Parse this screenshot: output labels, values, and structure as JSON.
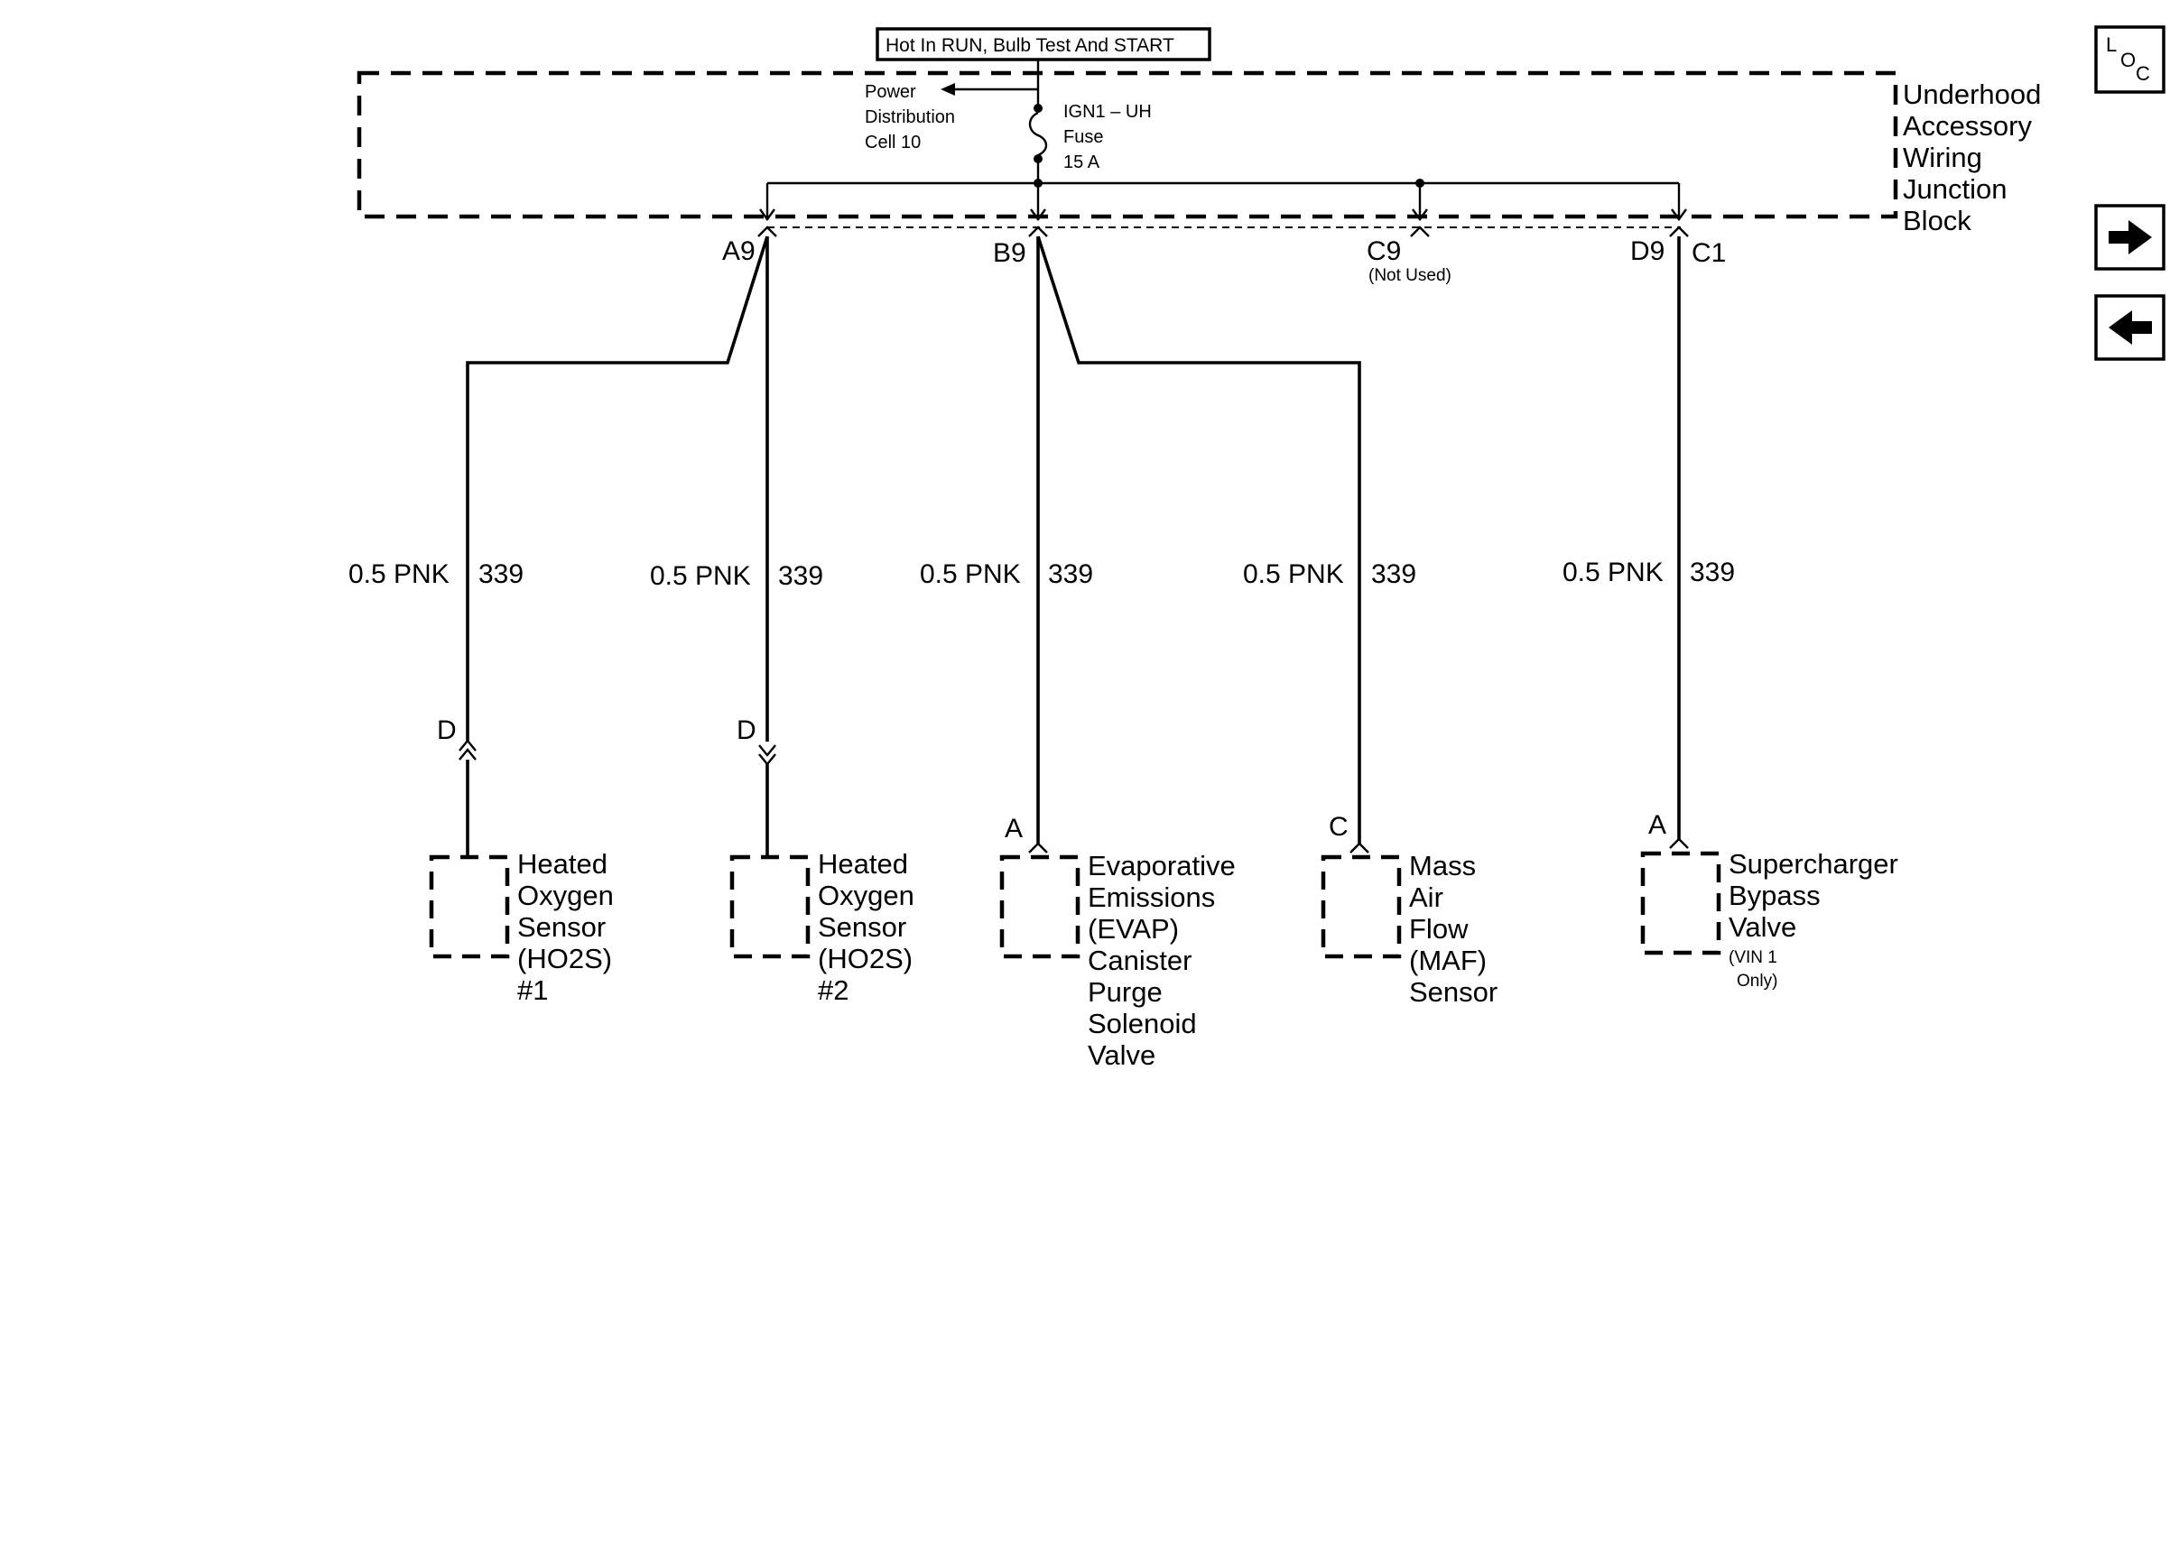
{
  "power_header": "Hot In RUN, Bulb Test And START",
  "junction_block": {
    "name_lines": [
      "Underhood",
      "Accessory",
      "Wiring",
      "Junction",
      "Block"
    ],
    "power_dist_lines": [
      "Power",
      "Distribution",
      "Cell 10"
    ],
    "fuse_lines": [
      "IGN1 – UH",
      "Fuse",
      "15 A"
    ]
  },
  "connectors": {
    "a9": "A9",
    "b9": "B9",
    "c9": "C9",
    "c9_note": "(Not Used)",
    "d9": "D9",
    "c1": "C1"
  },
  "circuits": [
    {
      "gauge_color": "0.5 PNK",
      "circuit": "339"
    },
    {
      "gauge_color": "0.5 PNK",
      "circuit": "339"
    },
    {
      "gauge_color": "0.5 PNK",
      "circuit": "339"
    },
    {
      "gauge_color": "0.5 PNK",
      "circuit": "339"
    },
    {
      "gauge_color": "0.5 PNK",
      "circuit": "339"
    }
  ],
  "components": [
    {
      "pin": "D",
      "lines": [
        "Heated",
        "Oxygen",
        "Sensor",
        "(HO2S)",
        "#1"
      ]
    },
    {
      "pin": "D",
      "lines": [
        "Heated",
        "Oxygen",
        "Sensor",
        "(HO2S)",
        "#2"
      ]
    },
    {
      "pin": "A",
      "lines": [
        "Evaporative",
        "Emissions",
        "(EVAP)",
        "Canister",
        "Purge",
        "Solenoid",
        "Valve"
      ]
    },
    {
      "pin": "C",
      "lines": [
        "Mass",
        "Air",
        "Flow",
        "(MAF)",
        "Sensor"
      ]
    },
    {
      "pin": "A",
      "lines": [
        "Supercharger",
        "Bypass",
        "Valve"
      ],
      "note_lines": [
        "(VIN 1",
        "Only)"
      ]
    }
  ],
  "nav": {
    "loc_letters": [
      "L",
      "O",
      "C"
    ],
    "next_icon": "arrow-right-icon",
    "prev_icon": "arrow-left-icon"
  }
}
